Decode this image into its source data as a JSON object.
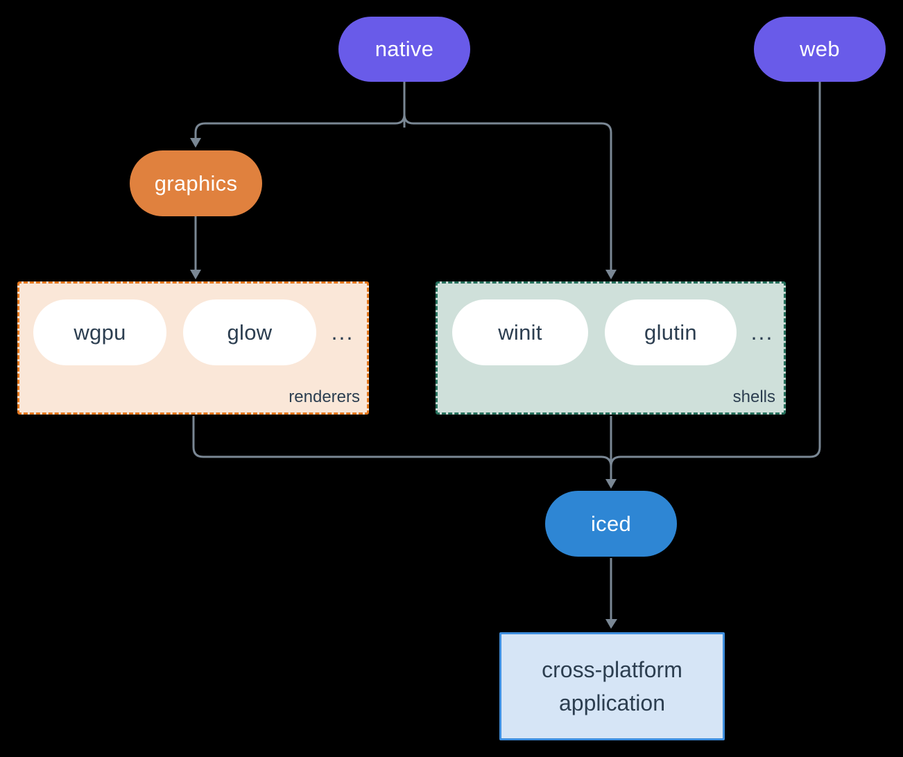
{
  "diagram": {
    "nodes": {
      "native": "native",
      "web": "web",
      "graphics": "graphics",
      "iced": "iced"
    },
    "renderers_group": {
      "label": "renderers",
      "items": [
        "wgpu",
        "glow"
      ],
      "ellipsis": "..."
    },
    "shells_group": {
      "label": "shells",
      "items": [
        "winit",
        "glutin"
      ],
      "ellipsis": "..."
    },
    "app_box": {
      "line1": "cross-platform",
      "line2": "application"
    }
  },
  "colors": {
    "background": "#000000",
    "line": "#7A8794",
    "node-purple": "#695BE9",
    "node-orange": "#E0813E",
    "node-blue": "#2E86D4",
    "pill-white": "#FFFFFF",
    "text-dark": "#2C3E50",
    "text-light": "#FFFFFF",
    "renderers-fill": "#FAE7D8",
    "renderers-border": "#E4771C",
    "shells-fill": "#CFE0DA",
    "shells-border": "#26705C",
    "app-fill": "#D6E5F6",
    "app-border": "#3E8EDE"
  }
}
